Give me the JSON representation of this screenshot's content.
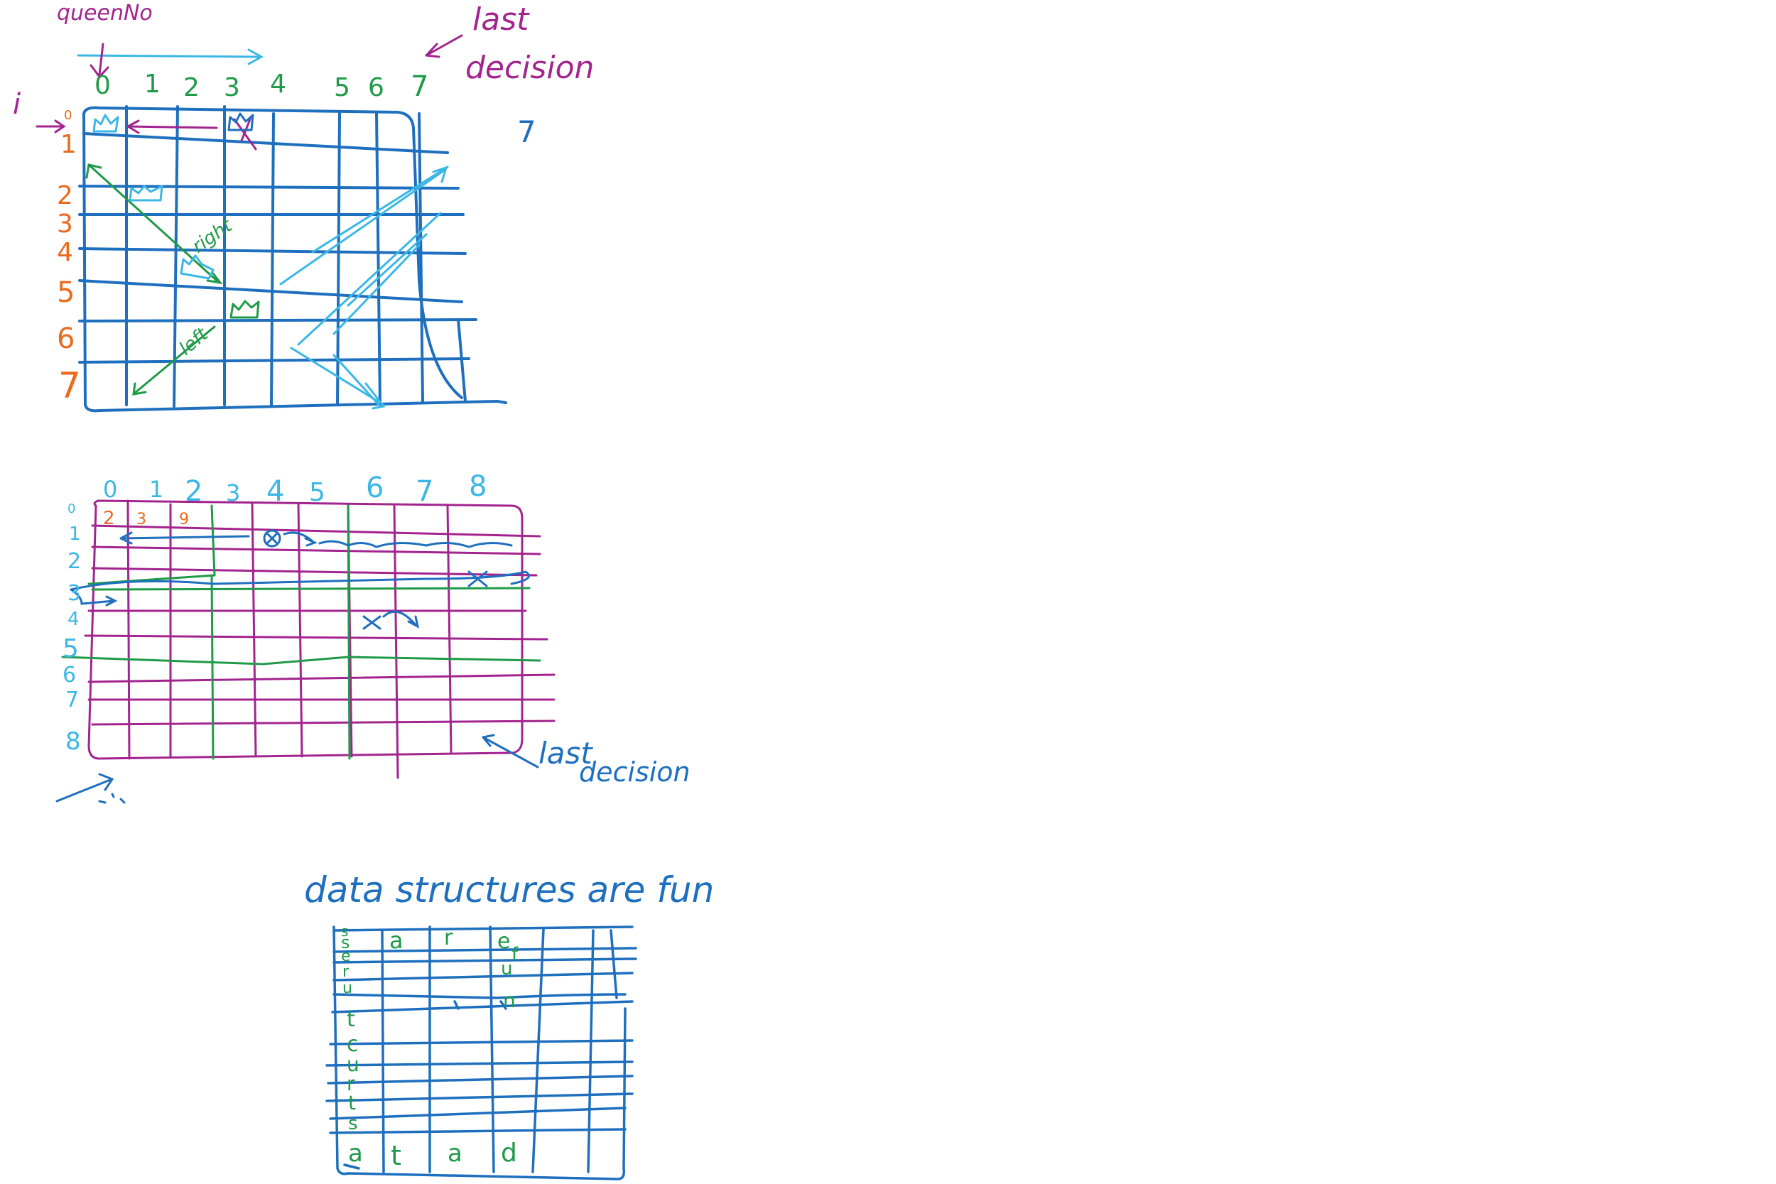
{
  "colors": {
    "grid_blue": "#1f6fbf",
    "light_blue": "#3bb7e6",
    "purple": "#a3248f",
    "green": "#1e9a48",
    "orange": "#ea6a1e",
    "magenta_grid": "#a3248f"
  },
  "board1": {
    "queenNo_label": "queenNo",
    "last_decision_label": [
      "last",
      "decision"
    ],
    "i_label": "i",
    "col_numbers": [
      "0",
      "1",
      "2",
      "3",
      "4",
      "5",
      "6",
      "7"
    ],
    "row_numbers": [
      "0",
      "1",
      "2",
      "3",
      "4",
      "5",
      "6",
      "7"
    ],
    "right_label": "right",
    "left_label": "left",
    "side_number": "7"
  },
  "board2": {
    "col_numbers": [
      "0",
      "1",
      "2",
      "3",
      "4",
      "5",
      "6",
      "7",
      "8"
    ],
    "row_numbers": [
      "0",
      "1",
      "2",
      "3",
      "4",
      "5",
      "6",
      "7",
      "8"
    ],
    "top_cells": [
      "2",
      "3",
      "9"
    ],
    "last_decision_label": [
      "last",
      "decision"
    ]
  },
  "board3": {
    "title": "data structures are fun",
    "top_row": [
      "s",
      "a",
      "r",
      "e"
    ],
    "left_col": [
      "s",
      "e",
      "r",
      "u",
      "t",
      "c",
      "u",
      "r",
      "t",
      "s"
    ],
    "fun_col": [
      "f",
      "u",
      "n"
    ],
    "bottom_row": [
      "a",
      "t",
      "a",
      "d"
    ]
  }
}
